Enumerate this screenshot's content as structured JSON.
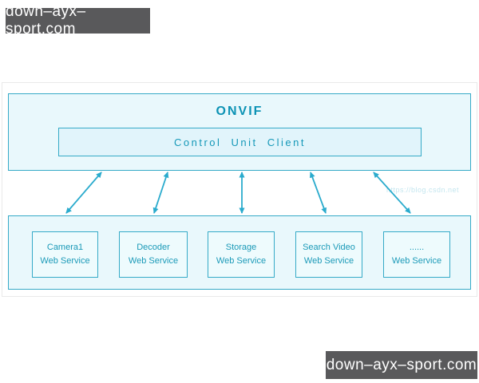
{
  "banners": {
    "top": "down–ayx–sport.com",
    "bottom": "down–ayx–sport.com"
  },
  "diagram": {
    "title": "ONVIF",
    "control_unit_label": "Control Unit Client",
    "services": [
      {
        "line1": "Camera1",
        "line2": "Web Service"
      },
      {
        "line1": "Decoder",
        "line2": "Web Service"
      },
      {
        "line1": "Storage",
        "line2": "Web Service"
      },
      {
        "line1": "Search Video",
        "line2": "Web Service"
      },
      {
        "line1": "......",
        "line2": "Web Service"
      }
    ],
    "arrows": {
      "count": 5,
      "style": "bidirectional"
    },
    "watermark": "https://blog.csdn.net",
    "colors": {
      "accent_border": "#35aac7",
      "fill_light": "#e9f8fc",
      "fill_inner": "#e1f4fb",
      "text_teal": "#1b9ab8",
      "title_teal": "#0d93b5",
      "arrow": "#2aabcd",
      "banner_bg": "#59595b",
      "banner_text": "#ffffff"
    }
  }
}
